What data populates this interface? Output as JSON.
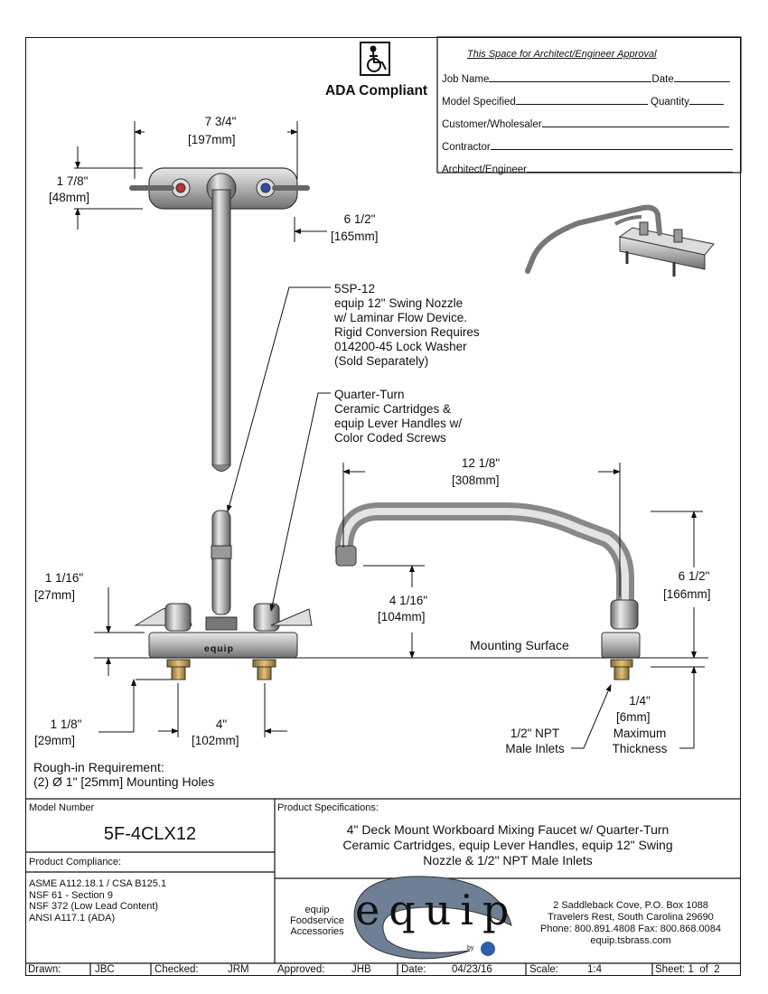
{
  "approval": {
    "title": "This Space for Architect/Engineer Approval",
    "job_name": "Job Name",
    "date": "Date",
    "model_specified": "Model Specified",
    "quantity": "Quantity",
    "customer": "Customer/Wholesaler",
    "contractor": "Contractor",
    "architect": "Architect/Engineer"
  },
  "ada": {
    "label": "ADA Compliant",
    "icon": "wheelchair-icon"
  },
  "dimensions": {
    "width_in": "7 3/4\"",
    "width_mm": "197mm",
    "height_in": "1 7/8\"",
    "height_mm": "48mm",
    "depth_in": "6 1/2\"",
    "depth_mm": "165mm",
    "spout_reach_in": "12 1/8\"",
    "spout_reach_mm": "308mm",
    "spout_height_in": "4 1/16\"",
    "spout_height_mm": "104mm",
    "overall_height_in": "6 1/2\"",
    "overall_height_mm": "166mm",
    "body_height_in": "1 1/16\"",
    "body_height_mm": "27mm",
    "shank_in": "1 1/8\"",
    "shank_mm": "29mm",
    "centers_in": "4\"",
    "centers_mm": "102mm",
    "thickness_in": "1/4\"",
    "thickness_mm": "6mm"
  },
  "callouts": {
    "nozzle": [
      "5SP-12",
      "equip 12\" Swing Nozzle",
      "w/ Laminar Flow Device.",
      "Rigid Conversion Requires",
      "014200-45 Lock Washer",
      "(Sold Separately)"
    ],
    "cartridge": [
      "Quarter-Turn",
      "Ceramic Cartridges &",
      "equip Lever Handles w/",
      "Color Coded Screws"
    ],
    "mounting_surface": "Mounting Surface",
    "inlets": [
      "1/2\" NPT",
      "Male Inlets"
    ],
    "max_thickness": [
      "Maximum",
      "Thickness"
    ],
    "rough_in": [
      "Rough-in Requirement:",
      "(2) Ø 1\" [25mm] Mounting Holes"
    ],
    "body_stamp": "equip"
  },
  "title_block": {
    "model_number_label": "Model Number",
    "model_number": "5F-4CLX12",
    "product_specs_label": "Product Specifications:",
    "product_specs": [
      "4\" Deck Mount Workboard Mixing Faucet w/ Quarter-Turn",
      "Ceramic Cartridges, equip Lever Handles, equip 12\" Swing",
      "Nozzle & 1/2\" NPT Male Inlets"
    ],
    "compliance_label": "Product Compliance:",
    "compliance": [
      "ASME A112.18.1 / CSA B125.1",
      "NSF 61 - Section 9",
      "NSF 372 (Low Lead Content)",
      "ANSI A117.1 (ADA)"
    ],
    "brand_small": [
      "equip",
      "Foodservice",
      "Accessories"
    ],
    "brand_logo": "equip",
    "brand_by": "by",
    "address": [
      "2 Saddleback Cove, P.O. Box 1088",
      "Travelers Rest, South Carolina 29690",
      "Phone: 800.891.4808  Fax: 800.868.0084",
      "equip.tsbrass.com"
    ],
    "drawn_label": "Drawn:",
    "drawn": "JBC",
    "checked_label": "Checked:",
    "checked": "JRM",
    "approved_label": "Approved:",
    "approved": "JHB",
    "date_label": "Date:",
    "date": "04/23/16",
    "scale_label": "Scale:",
    "scale": "1:4",
    "sheet_label": "Sheet:",
    "sheet": "1",
    "of_label": "of",
    "sheet_total": "2"
  }
}
